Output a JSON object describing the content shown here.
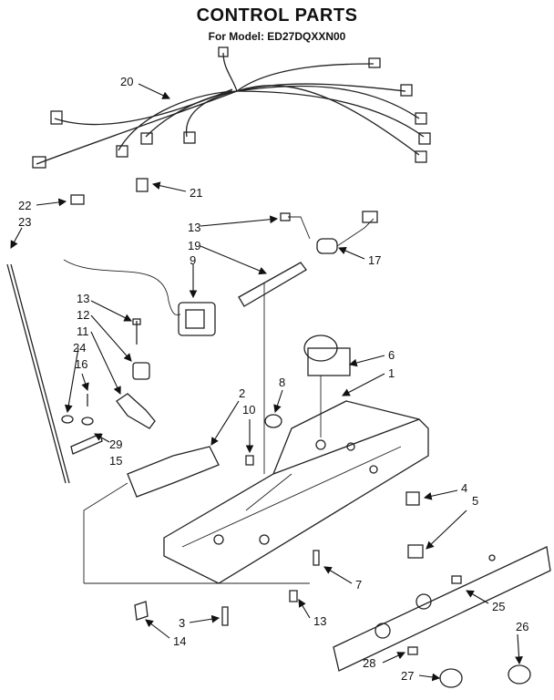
{
  "header": {
    "title": "CONTROL PARTS",
    "subtitle": "For Model: ED27DQXXN00"
  },
  "callouts": [
    "20",
    "21",
    "22",
    "23",
    "13",
    "19",
    "17",
    "9",
    "13",
    "12",
    "11",
    "24",
    "16",
    "29",
    "15",
    "6",
    "1",
    "8",
    "10",
    "2",
    "4",
    "5",
    "7",
    "13",
    "3",
    "14",
    "25",
    "26",
    "28",
    "27"
  ]
}
